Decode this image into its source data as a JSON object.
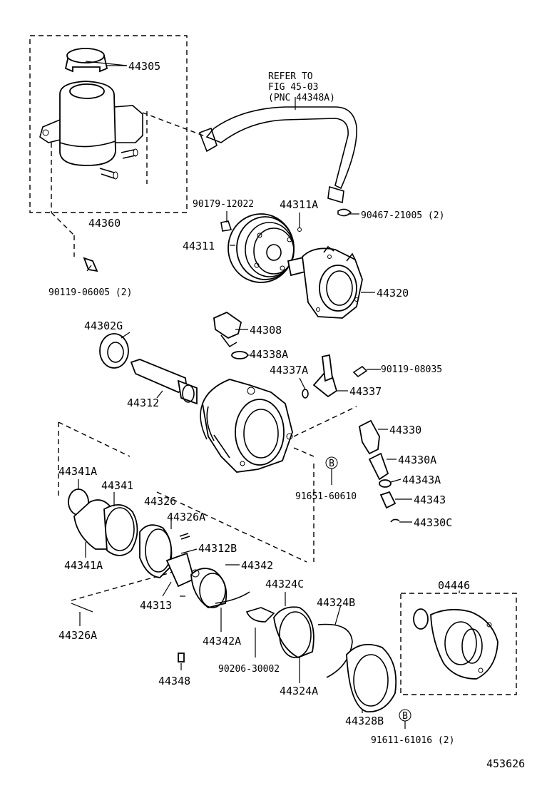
{
  "diagram": {
    "figure_number": "453626",
    "note": [
      "REFER TO",
      "FIG 45-03",
      "(PNC 44348A)"
    ],
    "callouts": {
      "p44305": "44305",
      "p44360": "44360",
      "p90119_06005": "90119-06005 (2)",
      "p90179_12022": "90179-12022",
      "p44311A": "44311A",
      "p90467_21005": "90467-21005 (2)",
      "p44311": "44311",
      "p44320": "44320",
      "p44302G": "44302G",
      "p44308": "44308",
      "p44338A": "44338A",
      "p44337A": "44337A",
      "p90119_08035": "90119-08035",
      "p44312": "44312",
      "p44337": "44337",
      "p44330": "44330",
      "p44330A": "44330A",
      "p44343A": "44343A",
      "p44343": "44343",
      "p44330C": "44330C",
      "p91651_60610": "91651-60610",
      "p44341A_top": "44341A",
      "p44341": "44341",
      "p44326": "44326",
      "p44326A_top": "44326A",
      "p44341A_bot": "44341A",
      "p44312B": "44312B",
      "p44342": "44342",
      "p44313": "44313",
      "p44324C": "44324C",
      "p44324B": "44324B",
      "p04446": "04446",
      "p44326A_bot": "44326A",
      "p44342A": "44342A",
      "p90206_30002": "90206-30002",
      "p44324A": "44324A",
      "p44328B": "44328B",
      "p44348": "44348",
      "p91611_61016": "91611-61016 (2)"
    },
    "bolt_marker": "B"
  }
}
